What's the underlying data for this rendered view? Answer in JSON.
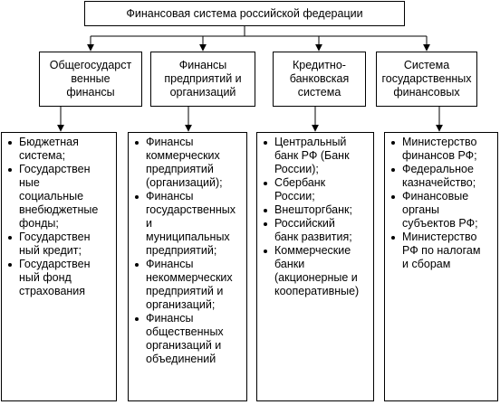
{
  "root": {
    "title": "Финансовая система российской федерации"
  },
  "columns": [
    {
      "header": "Общегосударст\nвенные\nфинансы",
      "items": [
        "Бюджетная\nсистема;",
        "Государствен\nные\nсоциальные\nвнебюджетные\nфонды;",
        "Государствен\nный кредит;",
        "Государствен\nный фонд\nстрахования"
      ]
    },
    {
      "header": "Финансы\nпредприятий и\nорганизаций",
      "items": [
        "Финансы\nкоммерческих\nпредприятий\n(организаций);",
        "Финансы\nгосударственных\nи\nмуниципальных\nпредприятий;",
        "Финансы\nнекоммерческих\nпредприятий и\nорганизаций;",
        "Финансы\nобщественных\nорганизаций и\nобъединений"
      ]
    },
    {
      "header": "Кредитно-\nбанковская\nсистема",
      "items": [
        "Центральный\nбанк РФ (Банк\nРоссии);",
        "Сбербанк\nРоссии;",
        "Внешторгбанк;",
        "Российский\nбанк развития;",
        "Коммерческие\nбанки\n(акционерные и\nкооперативные)"
      ]
    },
    {
      "header": "Система\nгосударственных\nфинансовых",
      "items": [
        "Министерство\nфинансов РФ;",
        "Федеральное\nказначейство;",
        "Финансовые\nорганы\nсубъектов РФ;",
        "Министерство\nРФ по налогам\nи сборам"
      ]
    }
  ]
}
